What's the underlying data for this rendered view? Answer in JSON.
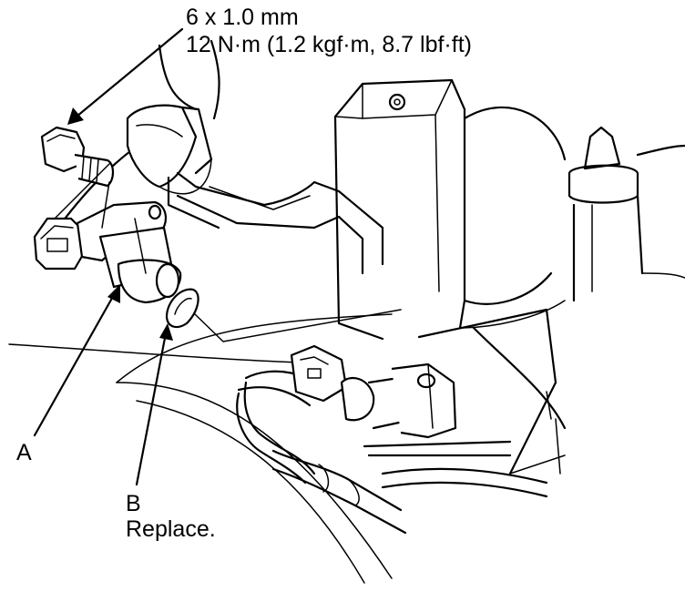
{
  "callouts": {
    "bolt_size": "6 x 1.0 mm",
    "torque": "12 N·m (1.2 kgf·m, 8.7 lbf·ft)",
    "part_a": "A",
    "part_b": "B",
    "part_b_note": "Replace."
  }
}
